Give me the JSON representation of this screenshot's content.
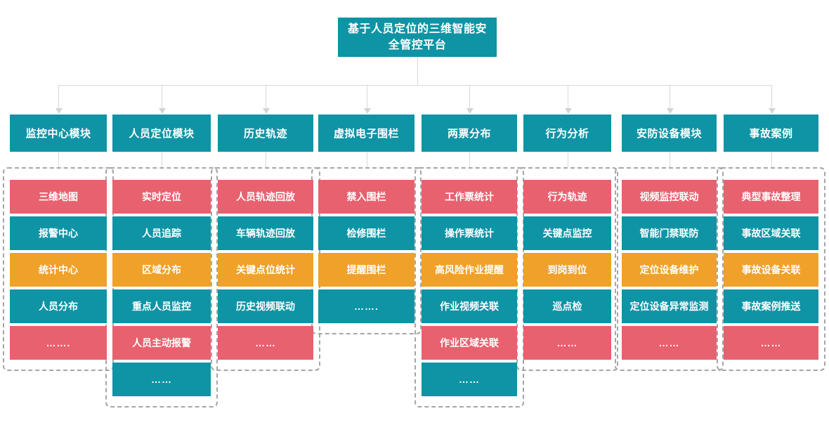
{
  "diagram": {
    "type": "org-chart",
    "title": "基于人员定位的三维智能安全管控平台",
    "colors": {
      "teal": "#0e94a5",
      "red": "#e8616f",
      "orange": "#f0a12a",
      "connector": "#d8d8d8",
      "group_border": "#a6a6a6",
      "background": "#ffffff"
    },
    "columns": [
      {
        "header": "监控中心模块",
        "items": [
          {
            "label": "三维地图",
            "color": "red"
          },
          {
            "label": "报警中心",
            "color": "teal"
          },
          {
            "label": "统计中心",
            "color": "orange"
          },
          {
            "label": "人员分布",
            "color": "teal"
          },
          {
            "label": "…….",
            "color": "red"
          }
        ]
      },
      {
        "header": "人员定位模块",
        "items": [
          {
            "label": "实时定位",
            "color": "red"
          },
          {
            "label": "人员追踪",
            "color": "teal"
          },
          {
            "label": "区域分布",
            "color": "orange"
          },
          {
            "label": "重点人员监控",
            "color": "teal"
          },
          {
            "label": "人员主动报警",
            "color": "red"
          },
          {
            "label": "……",
            "color": "teal"
          }
        ]
      },
      {
        "header": "历史轨迹",
        "items": [
          {
            "label": "人员轨迹回放",
            "color": "red"
          },
          {
            "label": "车辆轨迹回放",
            "color": "teal"
          },
          {
            "label": "关键点位统计",
            "color": "orange"
          },
          {
            "label": "历史视频联动",
            "color": "teal"
          },
          {
            "label": "……",
            "color": "red"
          }
        ]
      },
      {
        "header": "虚拟电子围栏",
        "items": [
          {
            "label": "禁入围栏",
            "color": "red"
          },
          {
            "label": "检修围栏",
            "color": "teal"
          },
          {
            "label": "提醒围栏",
            "color": "orange"
          },
          {
            "label": "…….",
            "color": "teal"
          }
        ]
      },
      {
        "header": "两票分布",
        "items": [
          {
            "label": "工作票统计",
            "color": "red"
          },
          {
            "label": "操作票统计",
            "color": "teal"
          },
          {
            "label": "高风险作业提醒",
            "color": "orange"
          },
          {
            "label": "作业视频关联",
            "color": "teal"
          },
          {
            "label": "作业区域关联",
            "color": "red"
          },
          {
            "label": "……",
            "color": "teal"
          }
        ]
      },
      {
        "header": "行为分析",
        "items": [
          {
            "label": "行为轨迹",
            "color": "red"
          },
          {
            "label": "关键点监控",
            "color": "teal"
          },
          {
            "label": "到岗到位",
            "color": "orange"
          },
          {
            "label": "巡点检",
            "color": "teal"
          },
          {
            "label": "……",
            "color": "red"
          }
        ]
      },
      {
        "header": "安防设备模块",
        "items": [
          {
            "label": "视频监控联动",
            "color": "red"
          },
          {
            "label": "智能门禁联防",
            "color": "teal"
          },
          {
            "label": "定位设备维护",
            "color": "orange"
          },
          {
            "label": "定位设备异常监测",
            "color": "teal"
          },
          {
            "label": "……",
            "color": "red"
          }
        ]
      },
      {
        "header": "事故案例",
        "items": [
          {
            "label": "典型事故整理",
            "color": "red"
          },
          {
            "label": "事故区域关联",
            "color": "teal"
          },
          {
            "label": "事故设备关联",
            "color": "orange"
          },
          {
            "label": "事故案例推送",
            "color": "teal"
          },
          {
            "label": "……",
            "color": "red"
          }
        ]
      }
    ]
  }
}
